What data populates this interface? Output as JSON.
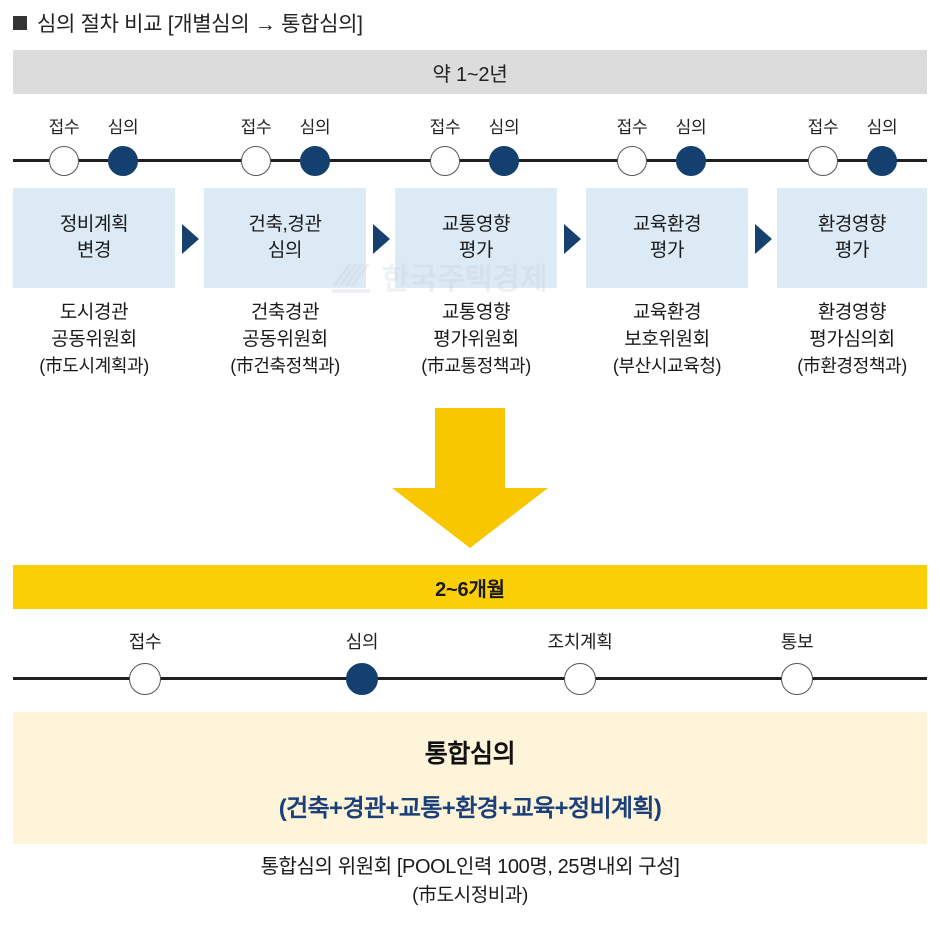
{
  "title": {
    "bullet": "square-bullet",
    "text": "심의 절차 비교 [개별심의 → 통합심의]"
  },
  "before": {
    "duration_label": "약 1~2년",
    "node_labels": {
      "receipt": "접수",
      "review": "심의"
    },
    "stages": [
      {
        "box_line1": "정비계획",
        "box_line2": "변경",
        "caption_line1": "도시경관",
        "caption_line2": "공동위원회",
        "caption_dept": "(市도시계획과)"
      },
      {
        "box_line1": "건축,경관",
        "box_line2": "심의",
        "caption_line1": "건축경관",
        "caption_line2": "공동위원회",
        "caption_dept": "(市건축정책과)"
      },
      {
        "box_line1": "교통영향",
        "box_line2": "평가",
        "caption_line1": "교통영향",
        "caption_line2": "평가위원회",
        "caption_dept": "(市교통정책과)"
      },
      {
        "box_line1": "교육환경",
        "box_line2": "평가",
        "caption_line1": "교육환경",
        "caption_line2": "보호위원회",
        "caption_dept": "(부산시교육청)"
      },
      {
        "box_line1": "환경영향",
        "box_line2": "평가",
        "caption_line1": "환경영향",
        "caption_line2": "평가심의회",
        "caption_dept": "(市환경정책과)"
      }
    ]
  },
  "transition": {
    "icon": "down-arrow-icon"
  },
  "after": {
    "duration_label": "2~6개월",
    "steps": [
      {
        "label": "접수",
        "state": "open"
      },
      {
        "label": "심의",
        "state": "filled"
      },
      {
        "label": "조치계획",
        "state": "open"
      },
      {
        "label": "통보",
        "state": "open"
      }
    ],
    "summary_title": "통합심의",
    "summary_scope": "(건축+경관+교통+환경+교육+정비계획)",
    "footer_line1": "통합심의 위원회 [POOL인력 100명, 25명내외 구성]",
    "footer_line2": "(市도시정비과)"
  },
  "watermark": {
    "text": "한국주택경제",
    "mark": "building-logo-icon"
  },
  "colors": {
    "navy": "#13406e",
    "light_blue": "#dbeaf5",
    "gray_bar": "#dcdcdc",
    "yellow_bar": "#fbcf05",
    "yellow_arrow": "#f9c700",
    "cream": "#fdf4d9",
    "summary_navy": "#1b3f7a"
  }
}
